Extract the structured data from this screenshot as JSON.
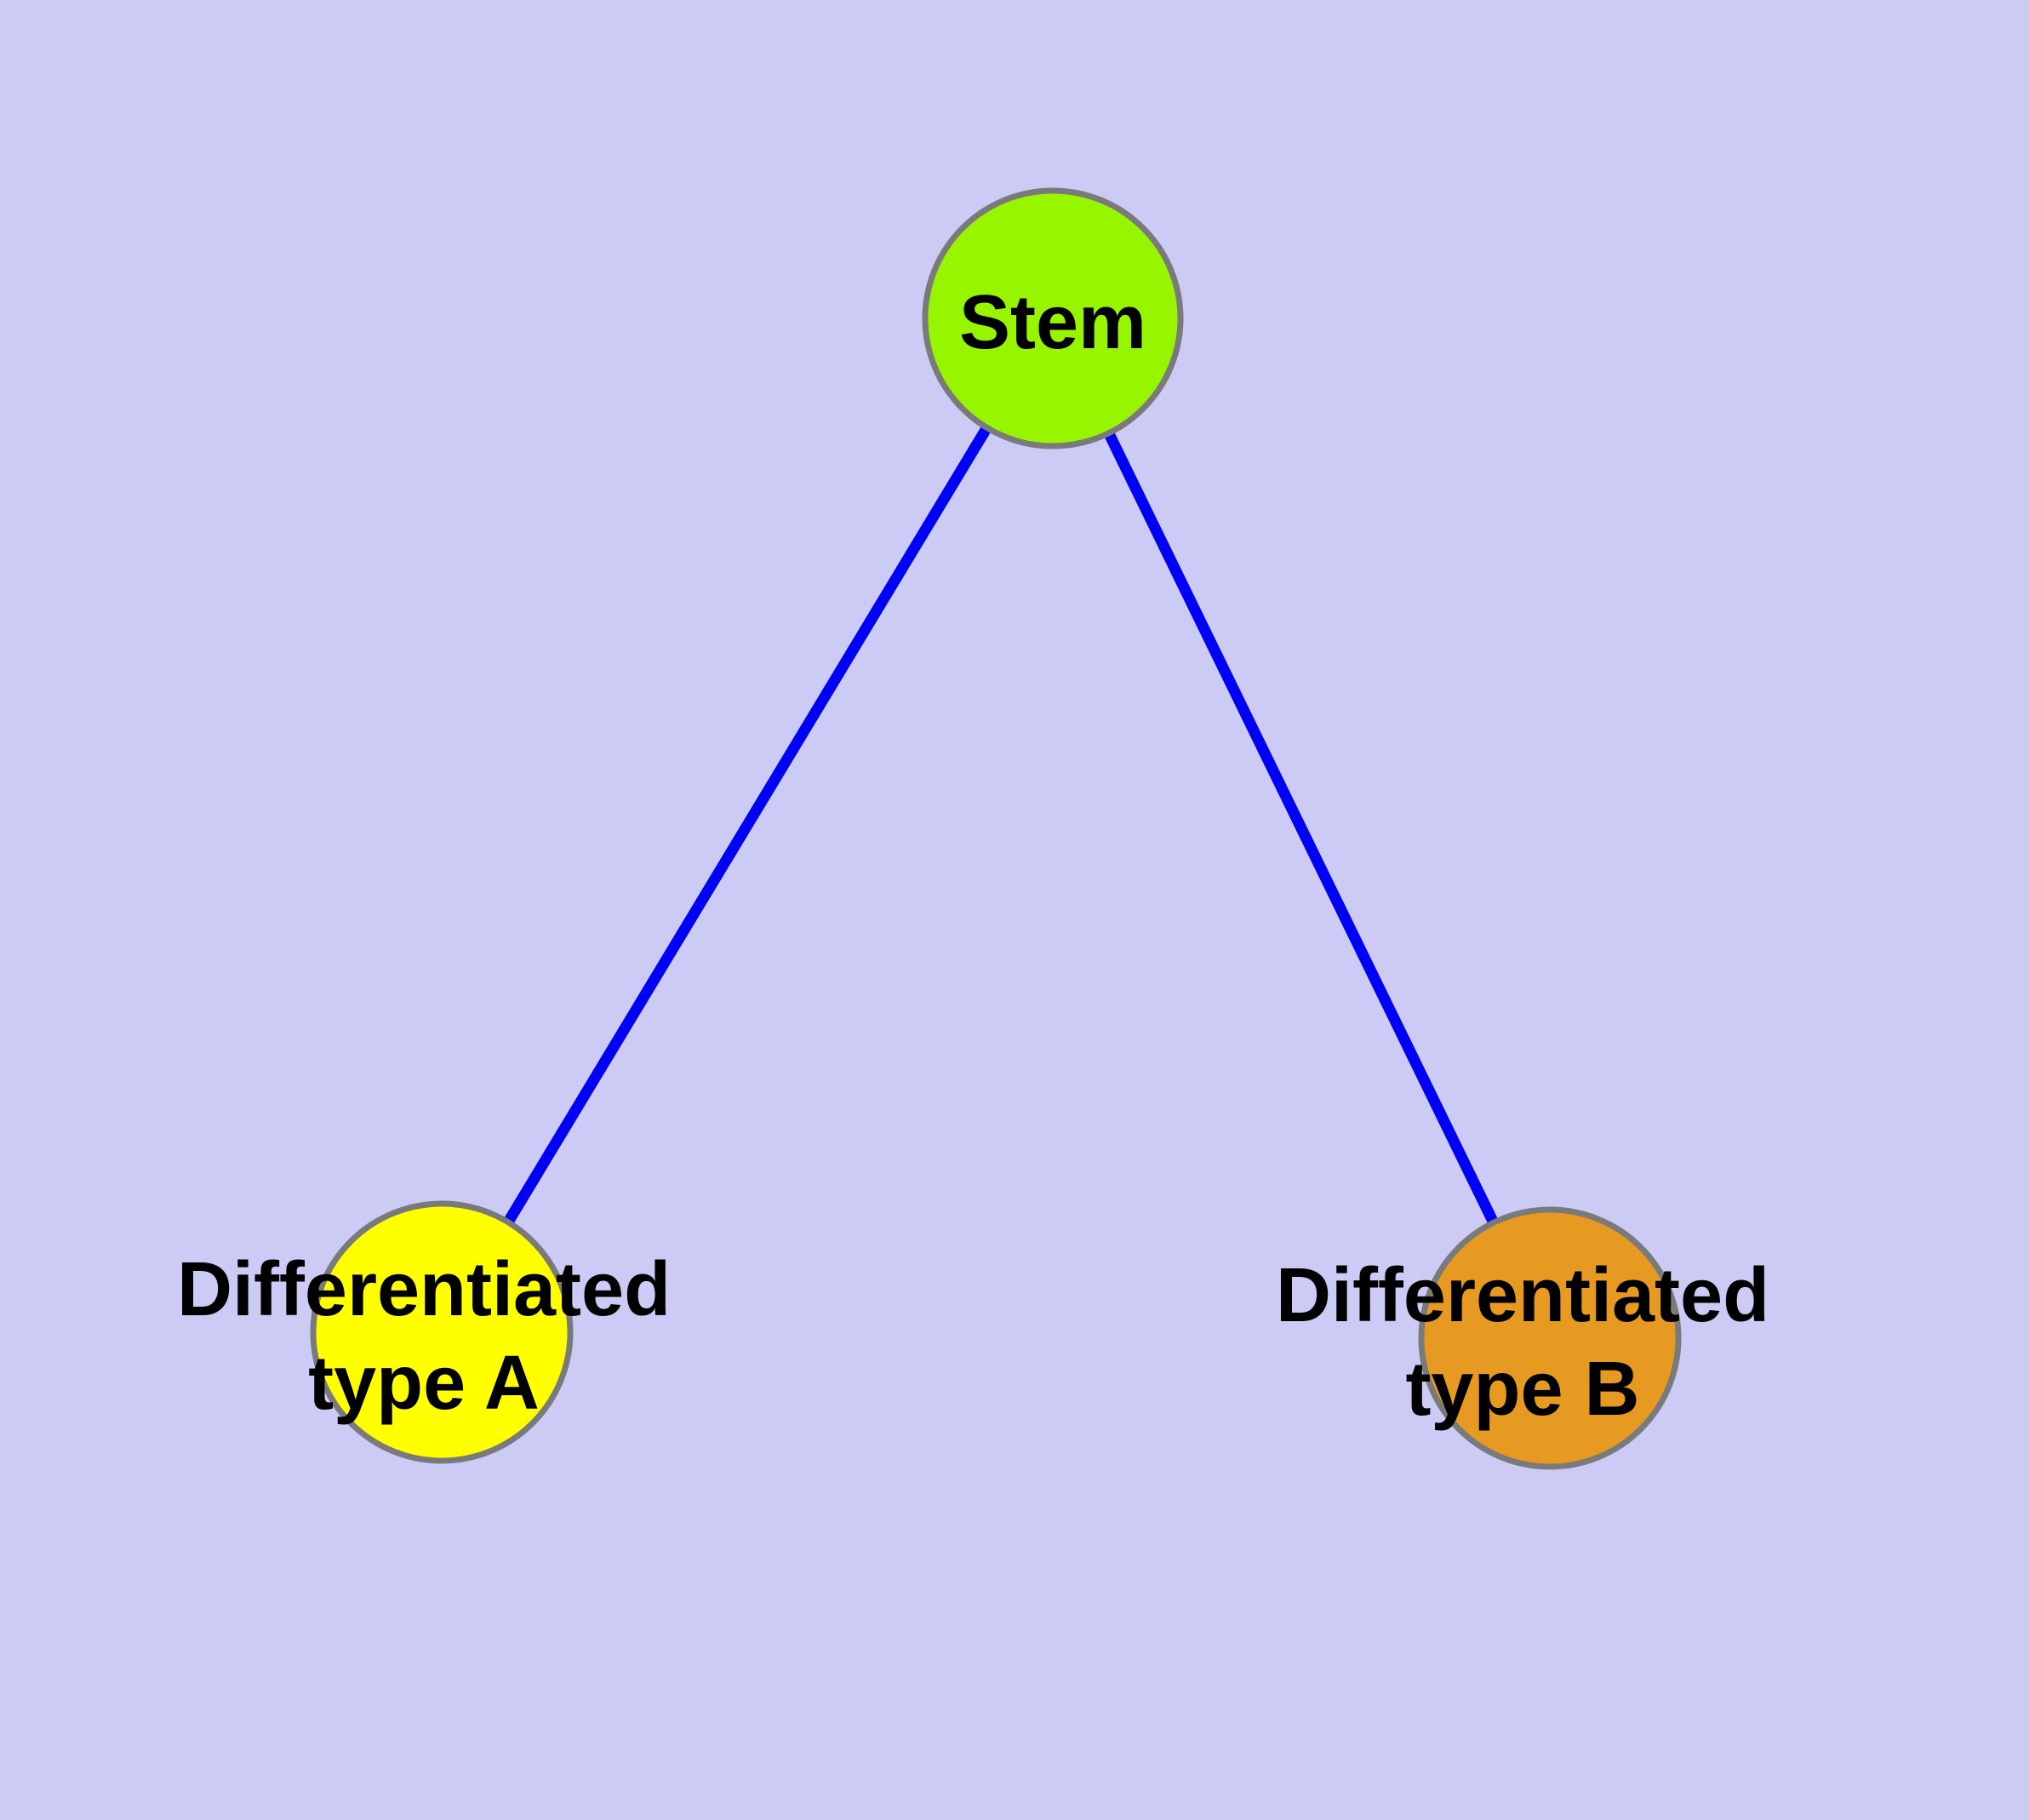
{
  "diagram": {
    "background_color": "#CBCBF5",
    "edge_color": "#0000F5",
    "node_border_color": "#7A7A7A",
    "text_color": "#000000",
    "nodes": {
      "stem": {
        "label": "Stem",
        "fill": "#98F500"
      },
      "typeA": {
        "label": "Differentiated\ntype A",
        "fill": "#FFFF00"
      },
      "typeB": {
        "label": "Differentiated\ntype B",
        "fill": "#E69A22"
      }
    },
    "edges": [
      {
        "from": "Stem",
        "to": "Differentiated type A"
      },
      {
        "from": "Stem",
        "to": "Differentiated type B"
      }
    ]
  }
}
